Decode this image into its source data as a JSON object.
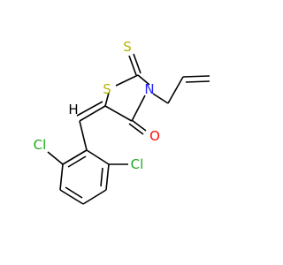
{
  "molecule": {
    "atoms": {
      "S1": "S",
      "S2": "S",
      "N": "N",
      "O": "O",
      "Cl1": "Cl",
      "Cl2": "Cl",
      "H": "H"
    },
    "colors": {
      "bond": "#000000",
      "sulfur": "#b5b500",
      "nitrogen": "#1f1fff",
      "oxygen": "#ff0d0d",
      "chlorine": "#1fa81f",
      "hydrogen": "#000000"
    }
  }
}
